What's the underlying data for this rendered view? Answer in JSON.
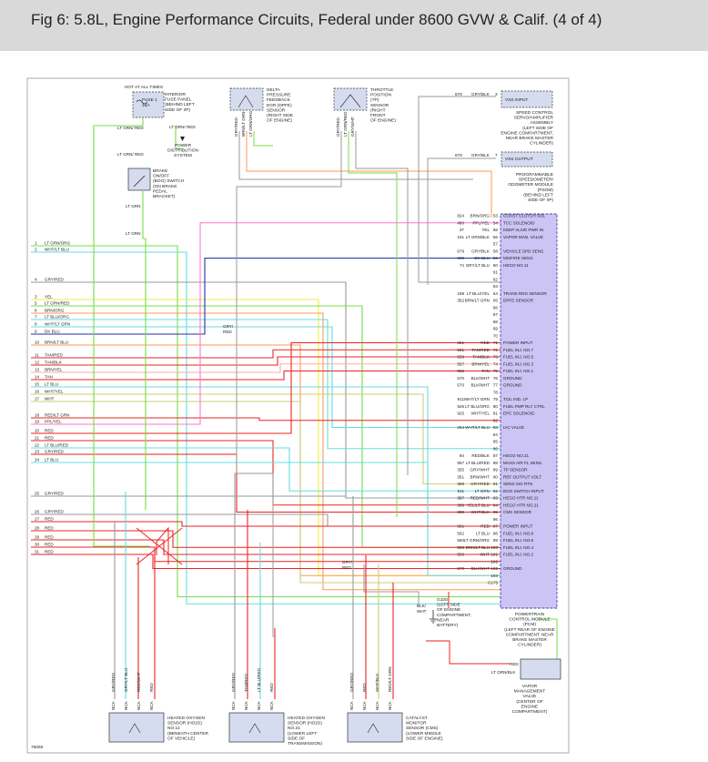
{
  "title": "Fig 6: 5.8L, Engine Performance Circuits, Federal under 8600 GVW & Calif. (4 of 4)",
  "figure_id": "76060",
  "colors": {
    "green": "#77dd44",
    "lime": "#88ee33",
    "yellow": "#eeee44",
    "pink": "#ff77cc",
    "magenta": "#ee55dd",
    "orange": "#ff9955",
    "cyan": "#66dddd",
    "blue": "#2233aa",
    "red": "#ee2222",
    "salmon": "#ffaaaa",
    "olive": "#cccc77",
    "gray": "#999999",
    "pcm_fill": "#ccc4f4",
    "pcm_stroke": "#4444aa",
    "comp_fill": "#d6dcef"
  },
  "components": {
    "hot_at_all_times": "HOT AT ALL TIMES",
    "fuse": [
      "FUSE 1",
      "15A"
    ],
    "interior_fuse_panel": [
      "INTERIOR",
      "FUSE PANEL",
      "(BEHIND LEFT",
      "SIDE OF I/P)"
    ],
    "power_distribution": [
      "POWER",
      "DISTRIBUTION",
      "SYSTEM"
    ],
    "boo_switch": [
      "BRAKE",
      "ON/OFF",
      "(BOO) SWITCH",
      "(ON BRAKE",
      "PEDAL",
      "BRACKET)"
    ],
    "dpfe_sensor": [
      "DELTA",
      "PRESSURE",
      "FEEDBACK",
      "EGR (DPFE)",
      "SENSOR",
      "(RIGHT SIDE",
      "OF ENGINE)"
    ],
    "tp_sensor": [
      "THROTTLE",
      "POSITION",
      "(TP)",
      "SENSOR",
      "(RIGHT",
      "FRONT",
      "OF ENGINE)"
    ],
    "speed_control": [
      "SPEED CONTROL",
      "SERVO/AMPLIFIER",
      "ASSEMBLY",
      "(LEFT SIDE OF",
      "ENGINE COMPARTMENT,",
      "NEAR BRAKE MASTER",
      "CYLINDER)"
    ],
    "pspm": [
      "PROGRAMMABLE",
      "SPEEDOMETER/",
      "ODOMETER MODULE",
      "(PSOM)",
      "(BEHIND LEFT",
      "SIDE OF I/P)"
    ],
    "pcm": [
      "POWERTRAIN",
      "CONTROL MODULE",
      "(PCM)",
      "(LEFT REAR OF ENGINE",
      "COMPARTMENT, NEAR",
      "BRAKE MASTER",
      "CYLINDER)"
    ],
    "g100": [
      "G100",
      "(LEFT SIDE",
      "OF ENGINE",
      "COMPARTMENT,",
      "NEAR",
      "BATTERY)"
    ],
    "vapor_valve": [
      "VAPOR",
      "MANAGEMENT",
      "VALVE",
      "(CENTER OF",
      "ENGINE",
      "COMPARTMENT)"
    ],
    "hos11": [
      "HEATED OXYGEN",
      "SENSOR (HO2S)",
      "NO.11",
      "(BENEATH CENTER",
      "OF VEHICLE)"
    ],
    "hos21": [
      "HEATED OXYGEN",
      "SENSOR (HO2S)",
      "NO.21",
      "(LOWER LEFT",
      "SIDE OF",
      "TRANSMISSION)"
    ],
    "cms": [
      "CATALYST",
      "MONITOR",
      "SENSOR (CMS)",
      "(LOWER MIDDLE",
      "SIDE OF ENGINE)"
    ],
    "vss_input": "VSS INPUT",
    "vss_output": "VSS OUTPUT"
  },
  "wire_labels": {
    "lt_grn_red": "LT GRN/ RED",
    "gry_red": "GRY/ RED",
    "blk_wht": "BLK/ WHT",
    "dpfe_pins": [
      "GRY/RED",
      "BRN/LT GRN",
      "LT GRN/ORG"
    ],
    "tp_pins": [
      "GRY/RED",
      "LT GRN/RED",
      "GRY/WHT"
    ],
    "hos11_pins": [
      "GRY/RED",
      "GRY/LT BLU",
      "RED/WHT",
      "RED"
    ],
    "hos21_pins": [
      "GRY/RED",
      "TAN/RED",
      "LT BLU/RED",
      "RED"
    ],
    "cms_pins": [
      "GRY/RED",
      "RED",
      "WHT/BLK",
      "RED/LT GRN"
    ],
    "hos_terminals": [
      "NCA",
      "NCA",
      "NCA",
      "NCA"
    ],
    "vapor_wires": [
      "RED",
      "LT GRN/BLK"
    ],
    "speed_wire": [
      "679",
      "GRY/BLK",
      "3"
    ],
    "pspm_wire": [
      "679",
      "GRY/BLK",
      "7"
    ]
  },
  "left_wires": [
    {
      "n": "1",
      "label": "LT GRN/ORG"
    },
    {
      "n": "2",
      "label": "WHT/LT BLU"
    },
    {
      "n": "3",
      "label": "YEL"
    },
    {
      "n": "4",
      "label": "GRY/RED"
    },
    {
      "n": "5",
      "label": "LT GRN/RED"
    },
    {
      "n": "6",
      "label": "BRN/ORG"
    },
    {
      "n": "7",
      "label": "LT BLU/ORG"
    },
    {
      "n": "8",
      "label": "WHT/LT GRN"
    },
    {
      "n": "9",
      "label": "DK BLU"
    },
    {
      "n": "10",
      "label": "BRN/LT BLU"
    },
    {
      "n": "11",
      "label": "TAN/RED"
    },
    {
      "n": "12",
      "label": "TAN/BLK"
    },
    {
      "n": "13",
      "label": "BRN/YEL"
    },
    {
      "n": "14",
      "label": "TAN"
    },
    {
      "n": "15",
      "label": "LT BLU"
    },
    {
      "n": "16",
      "label": "WHT/YEL"
    },
    {
      "n": "17",
      "label": "WHT"
    },
    {
      "n": "18",
      "label": "RED/LT GRN"
    },
    {
      "n": "19",
      "label": "PPL/YEL"
    },
    {
      "n": "20",
      "label": "RED"
    },
    {
      "n": "21",
      "label": "RED"
    },
    {
      "n": "22",
      "label": "LT BLU/RED"
    },
    {
      "n": "23",
      "label": "GRY/RED"
    },
    {
      "n": "24",
      "label": "LT BLU"
    },
    {
      "n": "25",
      "label": "GRY/RED"
    },
    {
      "n": "26",
      "label": "GRY/RED"
    },
    {
      "n": "27",
      "label": "RED"
    },
    {
      "n": "28",
      "label": "RED"
    },
    {
      "n": "29",
      "label": "RED"
    },
    {
      "n": "30",
      "label": "RED"
    },
    {
      "n": "31",
      "label": "RED"
    }
  ],
  "pcm_pins": [
    {
      "circuit": "824",
      "color": "BRN/ORG",
      "pin": "53",
      "function": "COAST CLUTCH SOL"
    },
    {
      "circuit": "480",
      "color": "PPL/YEL",
      "pin": "54",
      "function": "TCC SOLENOID"
    },
    {
      "circuit": "37",
      "color": "YEL",
      "pin": "55",
      "function": "KEEP ALIVE PWR IN"
    },
    {
      "circuit": "191",
      "color": "LT GRN/BLK",
      "pin": "56",
      "function": "VAPOR MAN. VALVE"
    },
    {
      "circuit": "",
      "color": "",
      "pin": "57",
      "function": ""
    },
    {
      "circuit": "679",
      "color": "GRY/BLK",
      "pin": "58",
      "function": "VEHICLE SPD SENS"
    },
    {
      "circuit": "349",
      "color": "DK BLU",
      "pin": "59",
      "function": "MISFIRE SENS."
    },
    {
      "circuit": "74",
      "color": "GRY/LT BLU",
      "pin": "60",
      "function": "HEGO NO.11"
    },
    {
      "circuit": "",
      "color": "",
      "pin": "61",
      "function": ""
    },
    {
      "circuit": "",
      "color": "",
      "pin": "62",
      "function": ""
    },
    {
      "circuit": "",
      "color": "",
      "pin": "63",
      "function": ""
    },
    {
      "circuit": "199",
      "color": "LT BLU/YEL",
      "pin": "64",
      "function": "TRANS RNG SENSOR"
    },
    {
      "circuit": "352",
      "color": "BRN/LT GRN",
      "pin": "65",
      "function": "DPFE SENSOR"
    },
    {
      "circuit": "",
      "color": "",
      "pin": "66",
      "function": ""
    },
    {
      "circuit": "",
      "color": "",
      "pin": "67",
      "function": ""
    },
    {
      "circuit": "",
      "color": "",
      "pin": "68",
      "function": ""
    },
    {
      "circuit": "",
      "color": "",
      "pin": "69",
      "function": ""
    },
    {
      "circuit": "",
      "color": "",
      "pin": "70",
      "function": ""
    },
    {
      "circuit": "361",
      "color": "RED",
      "pin": "71",
      "function": "POWER INPUT"
    },
    {
      "circuit": "561",
      "color": "TAN/RED",
      "pin": "72",
      "function": "FUEL INJ. NO.7"
    },
    {
      "circuit": "559",
      "color": "TAN/BLK",
      "pin": "73",
      "function": "FUEL INJ. NO.5"
    },
    {
      "circuit": "557",
      "color": "BRN/YEL",
      "pin": "74",
      "function": "FUEL INJ. NO.3"
    },
    {
      "circuit": "555",
      "color": "TAN",
      "pin": "75",
      "function": "FUEL INJ. NO.1"
    },
    {
      "circuit": "570",
      "color": "BLK/WHT",
      "pin": "76",
      "function": "GROUND"
    },
    {
      "circuit": "570",
      "color": "BLK/WHT",
      "pin": "77",
      "function": "GROUND"
    },
    {
      "circuit": "",
      "color": "",
      "pin": "78",
      "function": ""
    },
    {
      "circuit": "911",
      "color": "WHT/LT GRN",
      "pin": "79",
      "function": "TCIL IND. LP"
    },
    {
      "circuit": "926",
      "color": "LT BLU/ORG",
      "pin": "80",
      "function": "FUEL PMP RLY CTRL"
    },
    {
      "circuit": "925",
      "color": "WHT/YEL",
      "pin": "81",
      "function": "EPC SOLENOID"
    },
    {
      "circuit": "",
      "color": "",
      "pin": "82",
      "function": ""
    },
    {
      "circuit": "264",
      "color": "WHT/LT BLU",
      "pin": "83",
      "function": "IAC VALVE"
    },
    {
      "circuit": "",
      "color": "",
      "pin": "84",
      "function": ""
    },
    {
      "circuit": "",
      "color": "",
      "pin": "85",
      "function": ""
    },
    {
      "circuit": "",
      "color": "",
      "pin": "86",
      "function": ""
    },
    {
      "circuit": "94",
      "color": "RED/BLK",
      "pin": "87",
      "function": "HEGO NO.21"
    },
    {
      "circuit": "967",
      "color": "LT BLU/RED",
      "pin": "88",
      "function": "MASS AIR FL SENS."
    },
    {
      "circuit": "355",
      "color": "GRY/WHT",
      "pin": "89",
      "function": "TP SENSOR"
    },
    {
      "circuit": "351",
      "color": "BRN/WHT",
      "pin": "90",
      "function": "REF OUTPUT VOLT"
    },
    {
      "circuit": "359",
      "color": "GRY/RED",
      "pin": "91",
      "function": "SENS SIG RTN"
    },
    {
      "circuit": "511",
      "color": "LT GRN",
      "pin": "92",
      "function": "BOO SWITCH INPUT"
    },
    {
      "circuit": "387",
      "color": "RED/WHT",
      "pin": "93",
      "function": "HEGO HTR NO.11"
    },
    {
      "circuit": "388",
      "color": "YEL/LT BLU",
      "pin": "94",
      "function": "HEGO HTR NO.21"
    },
    {
      "circuit": "389",
      "color": "WHT/BLK",
      "pin": "95",
      "function": "CMS SENSOR"
    },
    {
      "circuit": "",
      "color": "",
      "pin": "96",
      "function": ""
    },
    {
      "circuit": "361",
      "color": "RED",
      "pin": "97",
      "function": "POWER INPUT"
    },
    {
      "circuit": "562",
      "color": "LT BLU",
      "pin": "98",
      "function": "FUEL INJ. NO.8"
    },
    {
      "circuit": "560",
      "color": "LT GRN/ORG",
      "pin": "99",
      "function": "FUEL INJ. NO.6"
    },
    {
      "circuit": "558",
      "color": "BRN/LT BLU",
      "pin": "100",
      "function": "FUEL INJ. NO.4"
    },
    {
      "circuit": "556",
      "color": "WHT",
      "pin": "101",
      "function": "FUEL INJ. NO.2"
    },
    {
      "circuit": "",
      "color": "",
      "pin": "102",
      "function": ""
    },
    {
      "circuit": "570",
      "color": "BLK/WHT",
      "pin": "103",
      "function": "GROUND"
    },
    {
      "circuit": "",
      "color": "",
      "pin": "104",
      "function": ""
    },
    {
      "circuit": "",
      "color": "",
      "pin": "C175",
      "function": ""
    }
  ]
}
